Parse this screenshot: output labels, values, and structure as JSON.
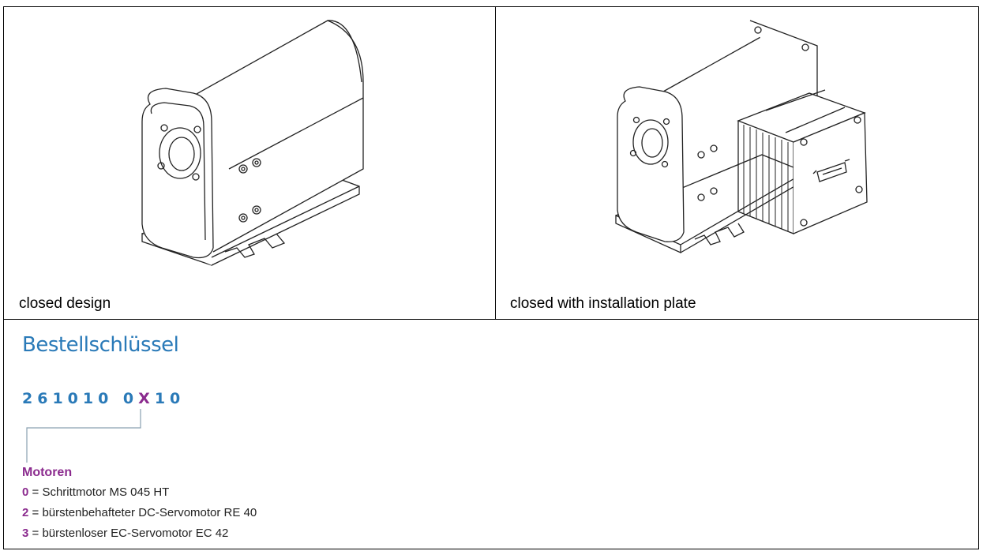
{
  "panels": [
    {
      "caption": "closed design"
    },
    {
      "caption": "closed with installation plate"
    }
  ],
  "order": {
    "title": "Bestellschlüssel",
    "code_prefix": "261010 0",
    "code_var": "X",
    "code_suffix": "10",
    "section": "Motoren",
    "options": [
      {
        "num": "0",
        "sep": "=",
        "text": "Schrittmotor MS 045 HT"
      },
      {
        "num": "2",
        "sep": "=",
        "text": "bürstenbehafteter DC-Servomotor RE 40"
      },
      {
        "num": "3",
        "sep": "=",
        "text": "bürstenloser EC-Servomotor EC 42"
      }
    ]
  },
  "colors": {
    "accent_blue": "#2a7ab8",
    "accent_purple": "#8b2b8e"
  }
}
